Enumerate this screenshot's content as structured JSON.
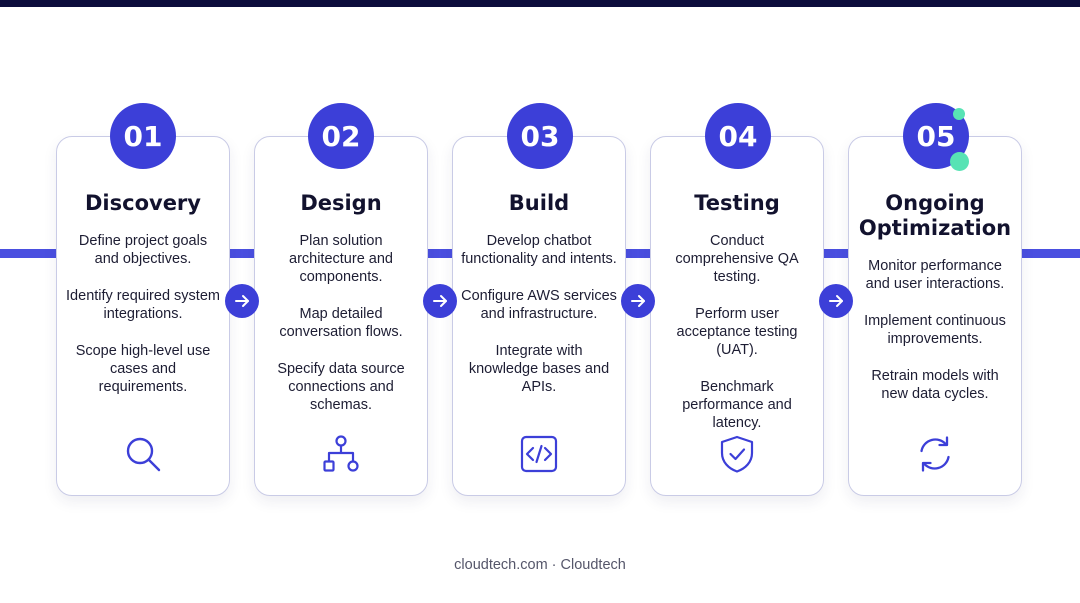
{
  "steps": [
    {
      "number": "01",
      "title": "Discovery",
      "items": [
        "Define project goals and objectives.",
        "Identify required system integrations.",
        "Scope high-level use cases and requirements."
      ],
      "icon": "search-icon"
    },
    {
      "number": "02",
      "title": "Design",
      "items": [
        "Plan solution architecture and components.",
        "Map detailed conversation flows.",
        "Specify data source connections and schemas."
      ],
      "icon": "hierarchy-icon"
    },
    {
      "number": "03",
      "title": "Build",
      "items": [
        "Develop chatbot functionality and intents.",
        "Configure AWS services and infrastructure.",
        "Integrate with knowledge bases and APIs."
      ],
      "icon": "code-icon"
    },
    {
      "number": "04",
      "title": "Testing",
      "items": [
        "Conduct comprehensive QA testing.",
        "Perform user acceptance testing (UAT).",
        "Benchmark performance and latency."
      ],
      "icon": "shield-check-icon"
    },
    {
      "number": "05",
      "title": "Ongoing Optimization",
      "items": [
        "Monitor performance and user interactions.",
        "Implement continuous improvements.",
        "Retrain models with new data cycles."
      ],
      "icon": "refresh-icon"
    }
  ],
  "connector_icon": "arrow-right-icon",
  "footer": "cloudtech.com · Cloudtech",
  "colors": {
    "accent": "#3c3fd8",
    "track": "#4a4fe0",
    "top_bar": "#0c0d3c",
    "highlight_dot": "#58e3b4",
    "card_border": "#c9cbe6",
    "icon_stroke": "#3c3fd8"
  }
}
